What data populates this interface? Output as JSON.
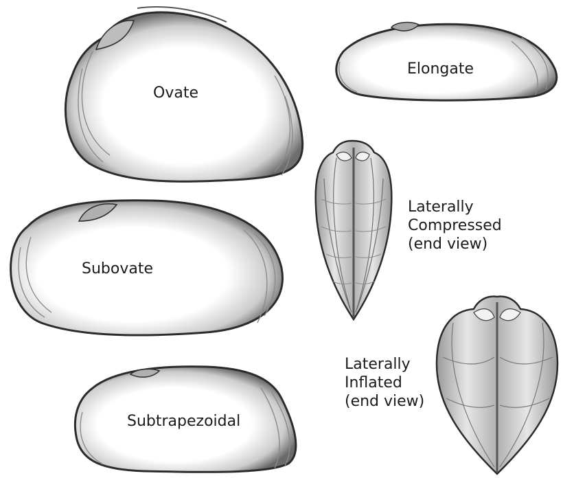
{
  "shapes": {
    "ovate": {
      "label": "Ovate"
    },
    "elongate": {
      "label": "Elongate"
    },
    "subovate": {
      "label": "Subovate"
    },
    "subtrapezoidal": {
      "label": "Subtrapezoidal"
    },
    "compressed": {
      "label_lines": [
        "Laterally",
        "Compressed",
        "(end view)"
      ]
    },
    "inflated": {
      "label_lines": [
        "Laterally",
        "Inflated",
        "(end view)"
      ]
    }
  },
  "colors": {
    "shell_edge": "#2b2b2b",
    "shell_shade": "#8a8a8a",
    "shell_fill": "#ffffff",
    "text": "#1a1a1a"
  }
}
